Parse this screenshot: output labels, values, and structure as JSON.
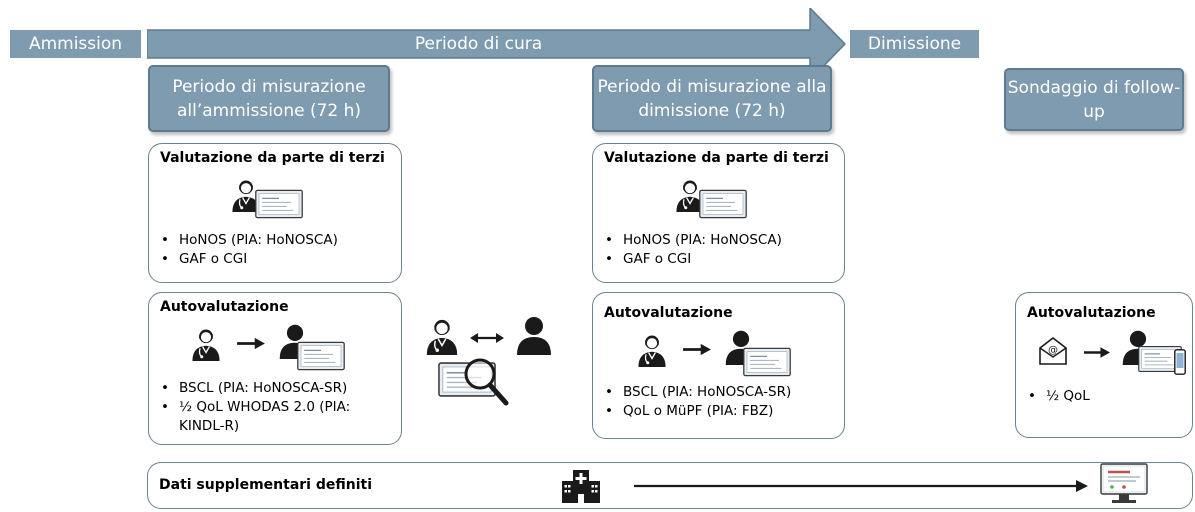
{
  "timeline": {
    "ammission": "Ammission",
    "periodo_cura": "Periodo di cura",
    "dimissione": "Dimissione"
  },
  "phases": {
    "ammissione": "Periodo di misurazione all’ammissione (72 h)",
    "dimissione": "Periodo di misurazione alla dimissione (72 h)",
    "follow_up": "Sondaggio di follow-up"
  },
  "cards": {
    "terzi_ammissione": {
      "title": "Valutazione da parte di terzi",
      "items": [
        "HoNOS (PIA: HoNOSCA)",
        "GAF o CGI"
      ]
    },
    "auto_ammissione": {
      "title": "Autovalutazione",
      "items": [
        "BSCL (PIA: HoNOSCA-SR)",
        "½ QoL WHODAS 2.0 (PIA: KINDL-R)"
      ]
    },
    "terzi_dimissione": {
      "title": "Valutazione da parte di terzi",
      "items": [
        "HoNOS (PIA: HoNOSCA)",
        "GAF o CGI"
      ]
    },
    "auto_dimissione": {
      "title": "Autovalutazione",
      "items": [
        "BSCL (PIA: HoNOSCA-SR)",
        "QoL o MüPF (PIA: FBZ)"
      ]
    },
    "auto_follow_up": {
      "title": "Autovalutazione",
      "items": [
        "½ QoL"
      ]
    }
  },
  "supplementary": {
    "label": "Dati supplementari definiti"
  },
  "icons": [
    "doctor-icon",
    "clipboard-icon",
    "patient-icon",
    "arrow-right-icon",
    "double-arrow-icon",
    "magnifier-icon",
    "email-icon",
    "smartphone-icon",
    "hospital-icon",
    "monitor-icon"
  ],
  "colors": {
    "tag_fill": "#7f9bb0",
    "card_border": "#6c8393",
    "icon": "#1a1a1a"
  }
}
